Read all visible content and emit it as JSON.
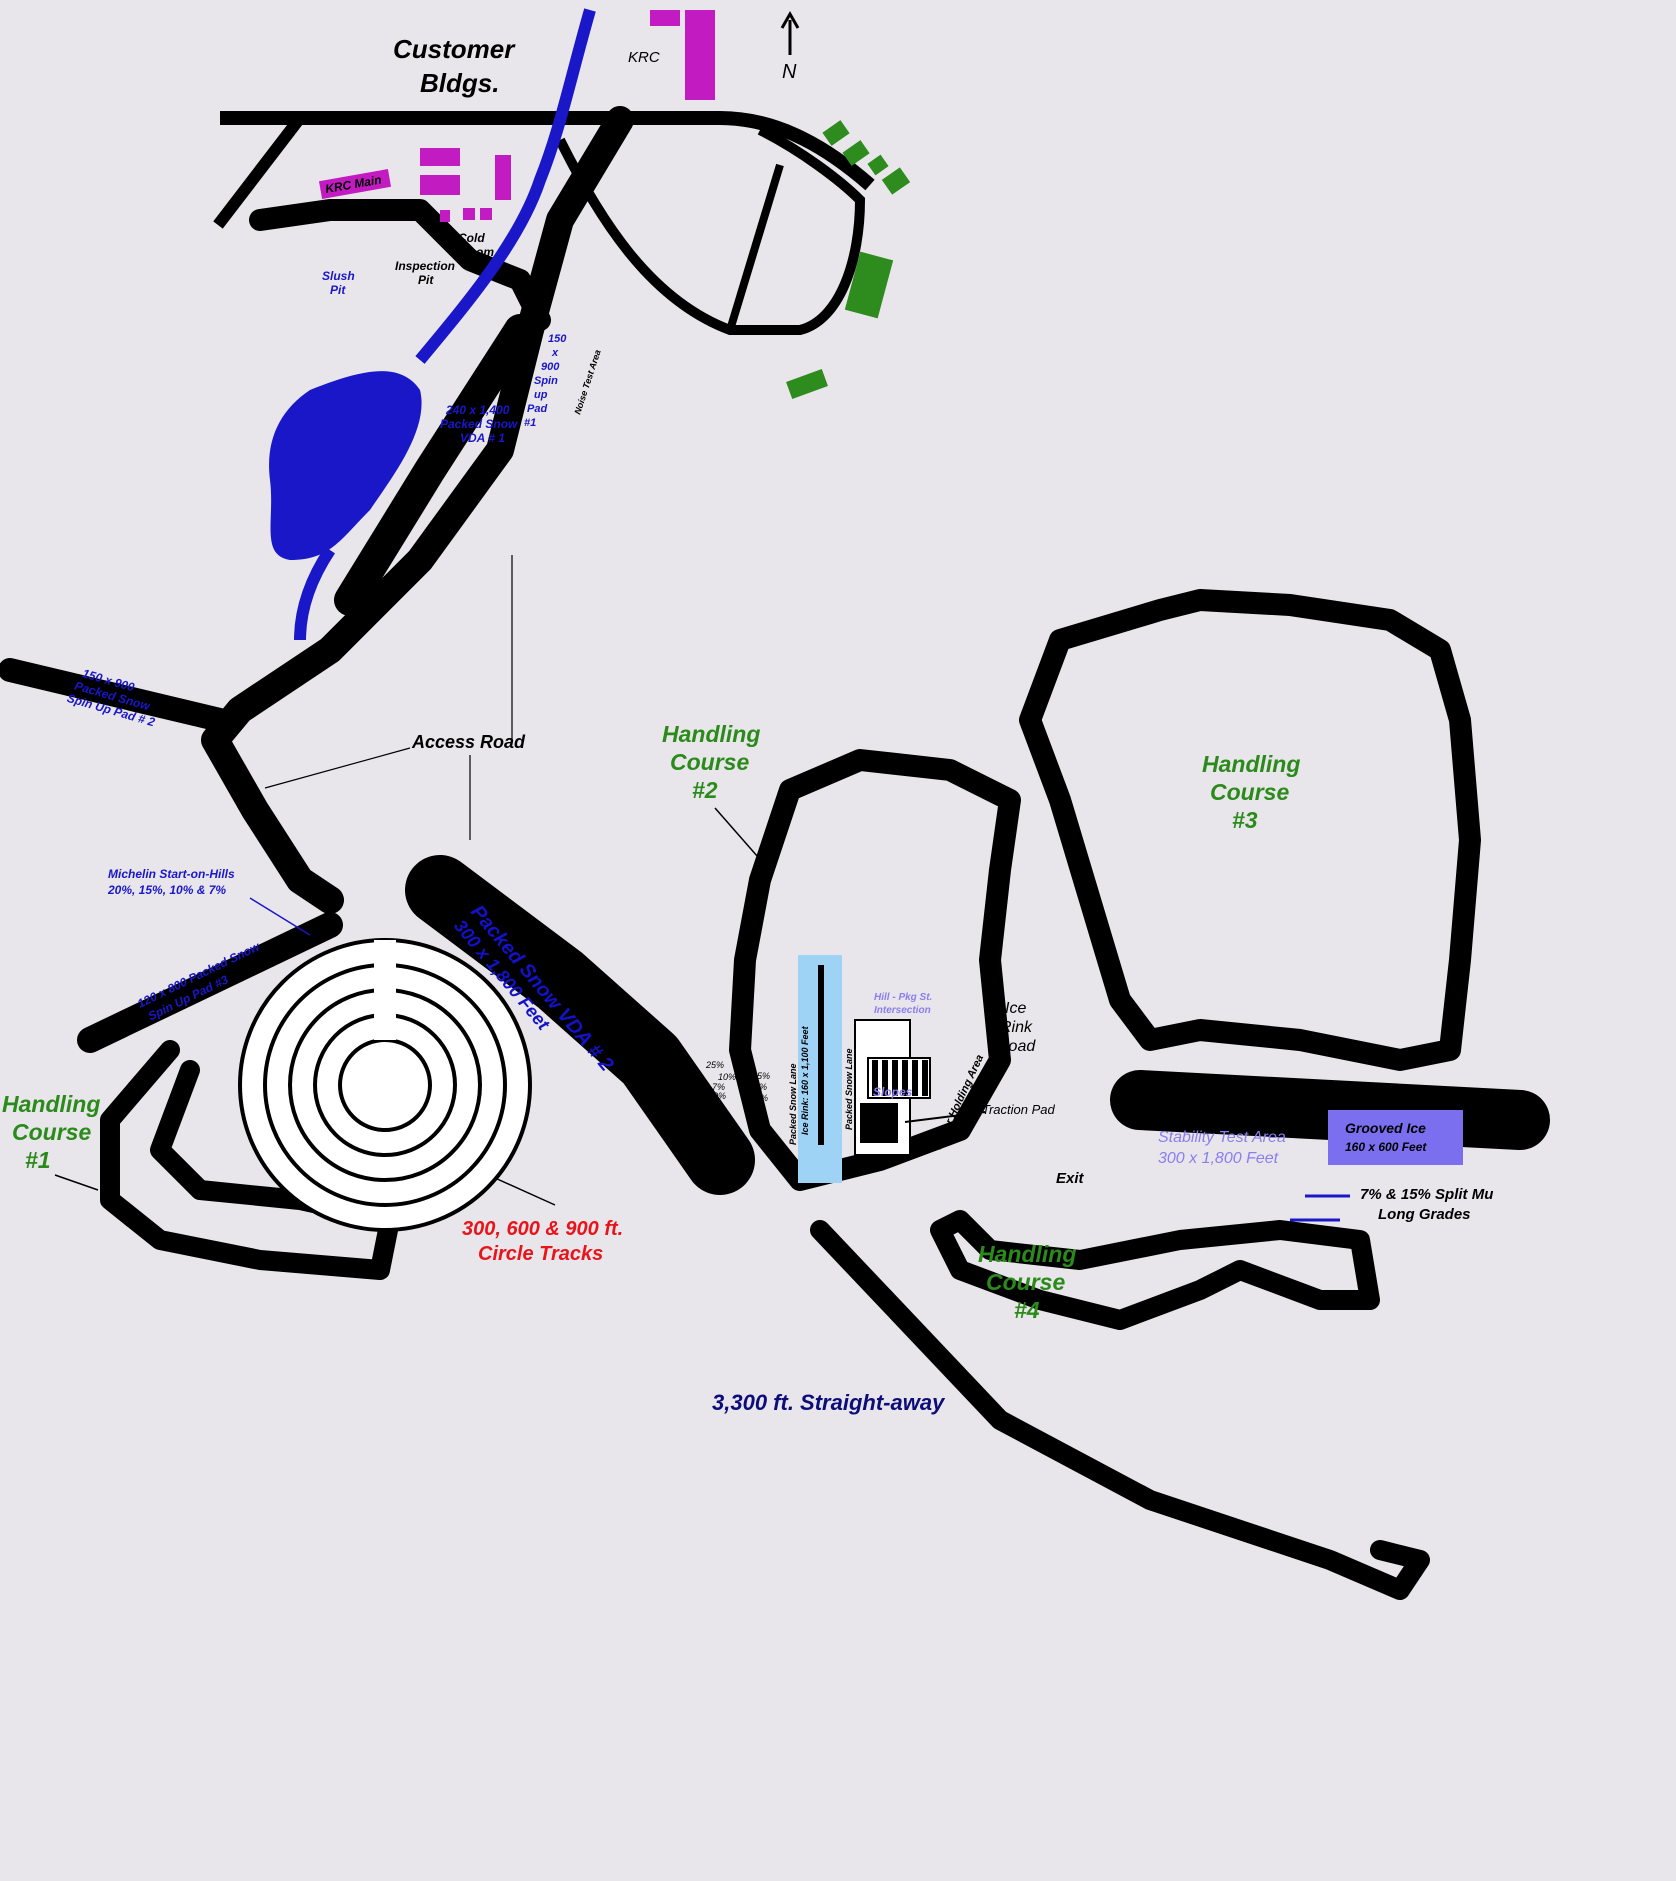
{
  "colors": {
    "background": "#e8e6ea",
    "road": "#ffffff",
    "road_edge": "#000000",
    "water": "#1a17c8",
    "building": "#c21bc2",
    "green_building": "#2e8b1e",
    "handling_label": "#2a8a1a",
    "circle_label": "#e8141a",
    "straight_label": "#0c0c7a",
    "vda_label": "#1212c8",
    "light_blue_label": "#8a7ef0",
    "ice_lane": "#9fd3f6",
    "grooved_ice": "#7b6ff0"
  },
  "labels": {
    "north": "N",
    "krc": "KRC",
    "customer_bldgs_line1": "Customer",
    "customer_bldgs_line2": "Bldgs.",
    "krc_main": "KRC Main",
    "cold_room_line1": "Cold",
    "cold_room_line2": "Room",
    "inspection_pit_line1": "Inspection",
    "inspection_pit_line2": "Pit",
    "slush_pit_line1": "Slush",
    "slush_pit_line2": "Pit",
    "vda1_line1": "240 x 1,400",
    "vda1_line2": "Packed Snow",
    "vda1_line3": "VDA # 1",
    "spinup1": [
      "150",
      "x",
      "900",
      "Spin",
      "up",
      "Pad",
      "#1"
    ],
    "noise_test": "Noise Test Area",
    "spinup2_line1": "150 x 900",
    "spinup2_line2": "Packed Snow",
    "spinup2_line3": "Spin Up Pad # 2",
    "access_road": "Access Road",
    "michelin_line1": "Michelin Start-on-Hills",
    "michelin_line2": "20%, 15%, 10% & 7%",
    "spinup3_line1": "120 x 800 Packed Snow",
    "spinup3_line2": "Spin Up Pad #3",
    "hc1": [
      "Handling",
      "Course",
      "#1"
    ],
    "hc2": [
      "Handling",
      "Course",
      "#2"
    ],
    "hc3": [
      "Handling",
      "Course",
      "#3"
    ],
    "hc4": [
      "Handling",
      "Course",
      "#4"
    ],
    "vda2_line1": "Packed Snow VDA # 2",
    "vda2_line2": "300 x 1,800 Feet",
    "circle_line1": "300, 600 & 900 ft.",
    "circle_line2": "Circle Tracks",
    "straightaway": "3,300 ft. Straight-away",
    "ice_rink_road": [
      "Ice",
      "Rink",
      "Road"
    ],
    "hill_intersection_line1": "Hill - Pkg St.",
    "hill_intersection_line2": "Intersection",
    "slopes": "Slopes",
    "traction_pad": "Traction Pad",
    "driver_holding": "Driver Holding Area",
    "ice_rink_lane": "Packed Snow Lane",
    "ice_rink_dims": "Ice Rink: 160 x 1,100 Feet",
    "packed_snow_lane": "Packed Snow Lane",
    "grade_left": [
      "25%",
      "10%",
      "7%",
      "20%"
    ],
    "grade_right": [
      "15%",
      "7%",
      "10%"
    ],
    "exit": "Exit",
    "stability_line1": "Stability Test Area",
    "stability_line2": "300 x 1,800 Feet",
    "grooved_line1": "Grooved Ice",
    "grooved_line2": "160 x 600 Feet",
    "split_mu_line1": "7% & 15% Split Mu",
    "split_mu_line2": "Long Grades"
  }
}
